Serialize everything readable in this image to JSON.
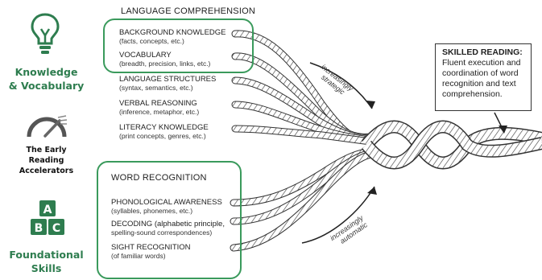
{
  "sidebar": {
    "knowledge_title_line1": "Knowledge",
    "knowledge_title_line2": "& Vocabulary",
    "accelerators_line1": "The Early",
    "accelerators_line2": "Reading",
    "accelerators_line3": "Accelerators",
    "foundational_line1": "Foundational",
    "foundational_line2": "Skills",
    "block_letters": [
      "A",
      "B",
      "C"
    ]
  },
  "language": {
    "header": "LANGUAGE COMPREHENSION",
    "items": [
      {
        "title": "BACKGROUND KNOWLEDGE",
        "sub": "(facts, concepts, etc.)"
      },
      {
        "title": "VOCABULARY",
        "sub": "(breadth, precision, links, etc.)"
      },
      {
        "title": "LANGUAGE STRUCTURES",
        "sub": "(syntax, semantics, etc.)"
      },
      {
        "title": "VERBAL REASONING",
        "sub": "(inference, metaphor, etc.)"
      },
      {
        "title": "LITERACY KNOWLEDGE",
        "sub": "(print concepts, genres, etc.)"
      }
    ]
  },
  "word": {
    "header": "WORD RECOGNITION",
    "items": [
      {
        "title": "PHONOLOGICAL AWARENESS",
        "sub": "(syllables, phonemes, etc.)"
      },
      {
        "title": "DECODING (alphabetic principle,",
        "sub": "spelling-sound correspondences)"
      },
      {
        "title": "SIGHT RECOGNITION",
        "sub": "(of familiar words)"
      }
    ]
  },
  "arrows": {
    "strategic_line1": "increasingly",
    "strategic_line2": "strategic",
    "automatic_line1": "increasingly",
    "automatic_line2": "automatic"
  },
  "skilled": {
    "title": "SKILLED READING:",
    "line1": "Fluent execution and",
    "line2": "coordination of word",
    "line3": "recognition and text",
    "line4": "comprehension."
  },
  "colors": {
    "brand_green": "#2e7d4f",
    "box_green": "#3a9a5c"
  }
}
